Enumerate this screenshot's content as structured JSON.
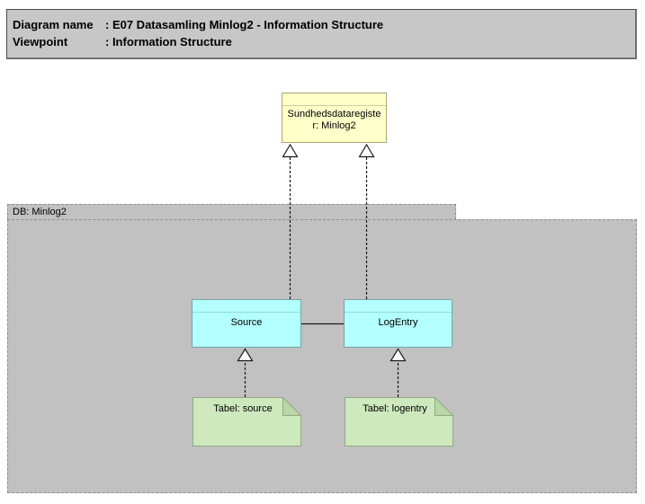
{
  "header": {
    "rows": [
      {
        "label": "Diagram name",
        "value": ": E07 Datasamling Minlog2 - Information Structure"
      },
      {
        "label": "Viewpoint",
        "value": ": Information Structure"
      }
    ]
  },
  "diagram": {
    "register_label": "Sundhedsdataregiste\nr: Minlog2",
    "container_label": "DB: Minlog2",
    "source_label": "Source",
    "logentry_label": "LogEntry",
    "note_source_label": "Tabel: source",
    "note_logentry_label": "Tabel: logentry"
  },
  "colors": {
    "title_fill": "#C7C7C7",
    "container_fill": "#C1C1C1",
    "container_border": "#8F8F8F",
    "register_fill": "#FFFFC9",
    "register_border": "#A8A878",
    "class_fill": "#B4FFFF",
    "class_border": "#79A5A5",
    "note_fill": "#CDE9BD",
    "note_fold_fill": "#B8D8A6",
    "note_border": "#94A884",
    "connector": "#1A1A1A",
    "canvas_bg": "#FFFFFF"
  }
}
